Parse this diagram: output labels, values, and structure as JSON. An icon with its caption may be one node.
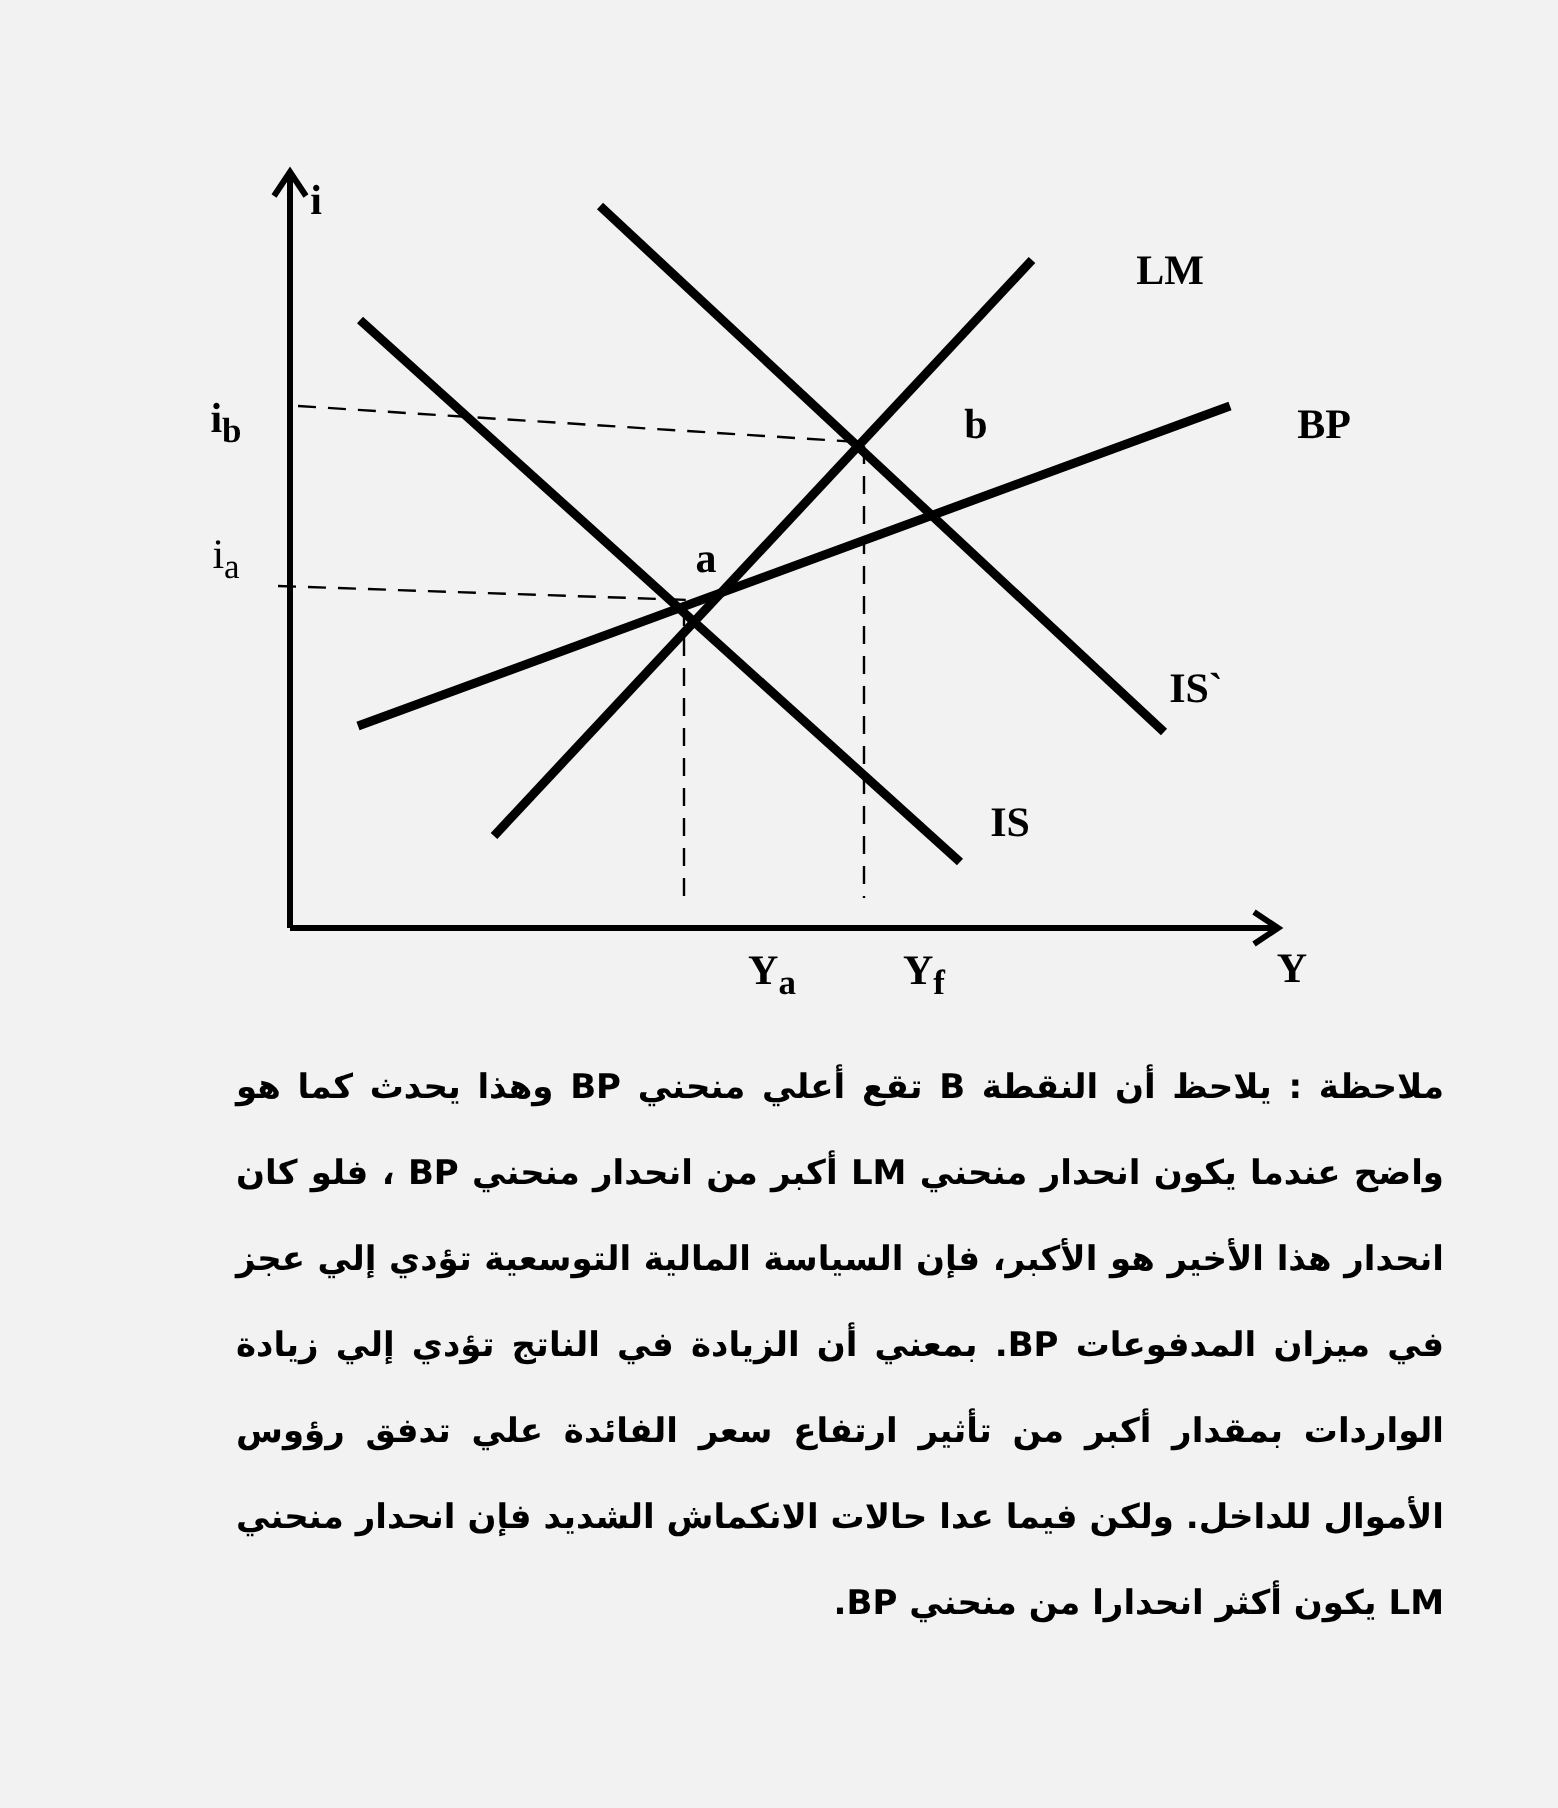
{
  "diagram": {
    "labels": [
      "i",
      "LM",
      "i$_{b}$",
      "b",
      "BP",
      "i$_{a}$",
      "a",
      "IS`",
      "IS",
      "Y$_{a}$",
      "Y$_{f}$",
      "Y",
      "ملاحظة : يلاحظ أن النقطة B تقع أعلي منحني BP وهذا يحدث كما هو واضح عندما يكون انحدار منحني LM أكبر من انحدار منحني BP ، فلو كان انحدار هذا الأخير هو الأكبر، فإن السياسة المالية التوسعية تؤدي إلي عجز في ميزان المدفوعات BP. بمعني أن الزيادة في الناتج تؤدي إلي زيادة الواردات بمقدار أكبر من تأثير ارتفاع سعر الفائدة علي تدفق رؤوس الأموال للداخل. ولكن فيما عدا حالات الانكماش الشديد فإن انحدار منحني LM يكون أكثر انحدارا من منحني BP."
    ]
  }
}
